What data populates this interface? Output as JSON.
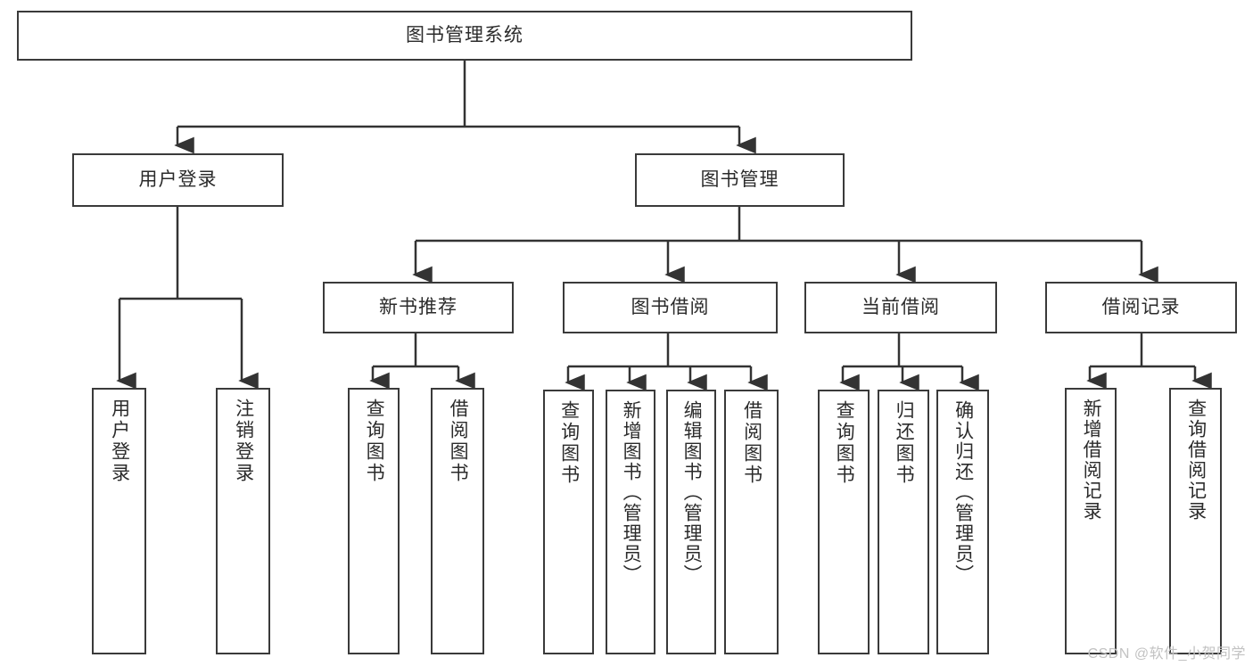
{
  "diagram": {
    "title": "图书管理系统",
    "type": "hierarchy-tree",
    "watermark": "CSDN @软件_小贺同学",
    "colors": {
      "background": "#ffffff",
      "box_border": "#3a3a3a",
      "box_fill": "#ffffff",
      "text": "#2b2b2b",
      "connector": "#333333",
      "watermark": "#c2c2c2"
    },
    "root": {
      "label": "图书管理系统"
    },
    "level1": [
      {
        "label": "用户登录"
      },
      {
        "label": "图书管理"
      }
    ],
    "level2": [
      {
        "label": "新书推荐"
      },
      {
        "label": "图书借阅"
      },
      {
        "label": "当前借阅"
      },
      {
        "label": "借阅记录"
      }
    ],
    "leaves": {
      "user_login": [
        {
          "label": "用户登录"
        },
        {
          "label": "注销登录"
        }
      ],
      "new_book_recommend": [
        {
          "label": "查询图书"
        },
        {
          "label": "借阅图书"
        }
      ],
      "book_borrow": [
        {
          "label": "查询图书"
        },
        {
          "label": "新增图书（管理员）"
        },
        {
          "label": "编辑图书（管理员）"
        },
        {
          "label": "借阅图书"
        }
      ],
      "current_borrow": [
        {
          "label": "查询图书"
        },
        {
          "label": "归还图书"
        },
        {
          "label": "确认归还（管理员）"
        }
      ],
      "borrow_record": [
        {
          "label": "新增借阅记录"
        },
        {
          "label": "查询借阅记录"
        }
      ]
    }
  }
}
